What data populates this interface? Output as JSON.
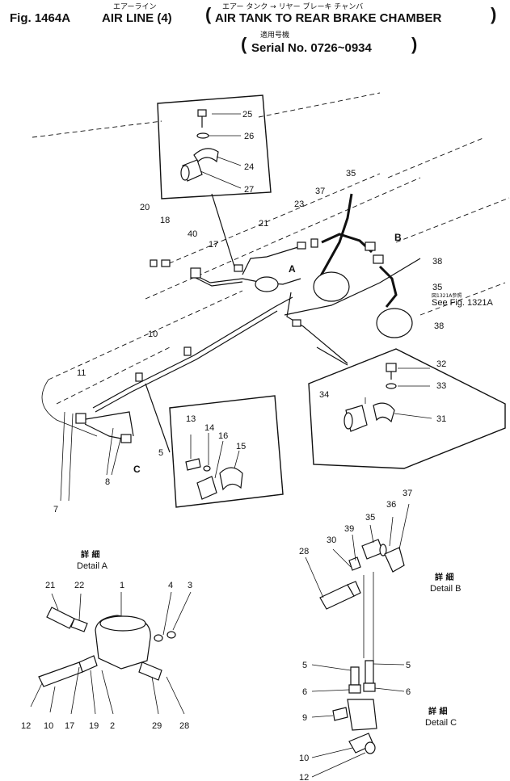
{
  "title": {
    "fig": "Fig. 1464A",
    "jp_name": "エアーライン",
    "en_name": "AIR LINE (4)",
    "jp_sub": "エアー タンク → リヤー ブレーキ チャンバ",
    "en_sub": "AIR TANK TO REAR BRAKE CHAMBER",
    "jp_serial": "適用号機",
    "serial": "Serial No. 0726~0934"
  },
  "reference": {
    "jp": "図1321A参照",
    "en": "See Fig. 1321A"
  },
  "letters": {
    "a": "A",
    "b": "B",
    "c": "C"
  },
  "details": {
    "a": {
      "jp": "詳 細",
      "en": "Detail A"
    },
    "b": {
      "jp": "詳 細",
      "en": "Detail B"
    },
    "c": {
      "jp": "詳 細",
      "en": "Detail C"
    }
  },
  "main_callouts": [
    "25",
    "26",
    "24",
    "27",
    "35",
    "37",
    "23",
    "21",
    "20",
    "18",
    "40",
    "17",
    "38",
    "35",
    "38",
    "10",
    "11",
    "5",
    "8",
    "7",
    "13",
    "14",
    "16",
    "15",
    "32",
    "33",
    "34",
    "31"
  ],
  "detail_a_callouts": [
    "21",
    "22",
    "1",
    "4",
    "3",
    "12",
    "10",
    "17",
    "19",
    "2",
    "29",
    "28"
  ],
  "detail_b_callouts": [
    "28",
    "30",
    "39",
    "35",
    "36",
    "37"
  ],
  "detail_c_callouts": [
    "5",
    "5",
    "6",
    "6",
    "9",
    "10",
    "12"
  ]
}
